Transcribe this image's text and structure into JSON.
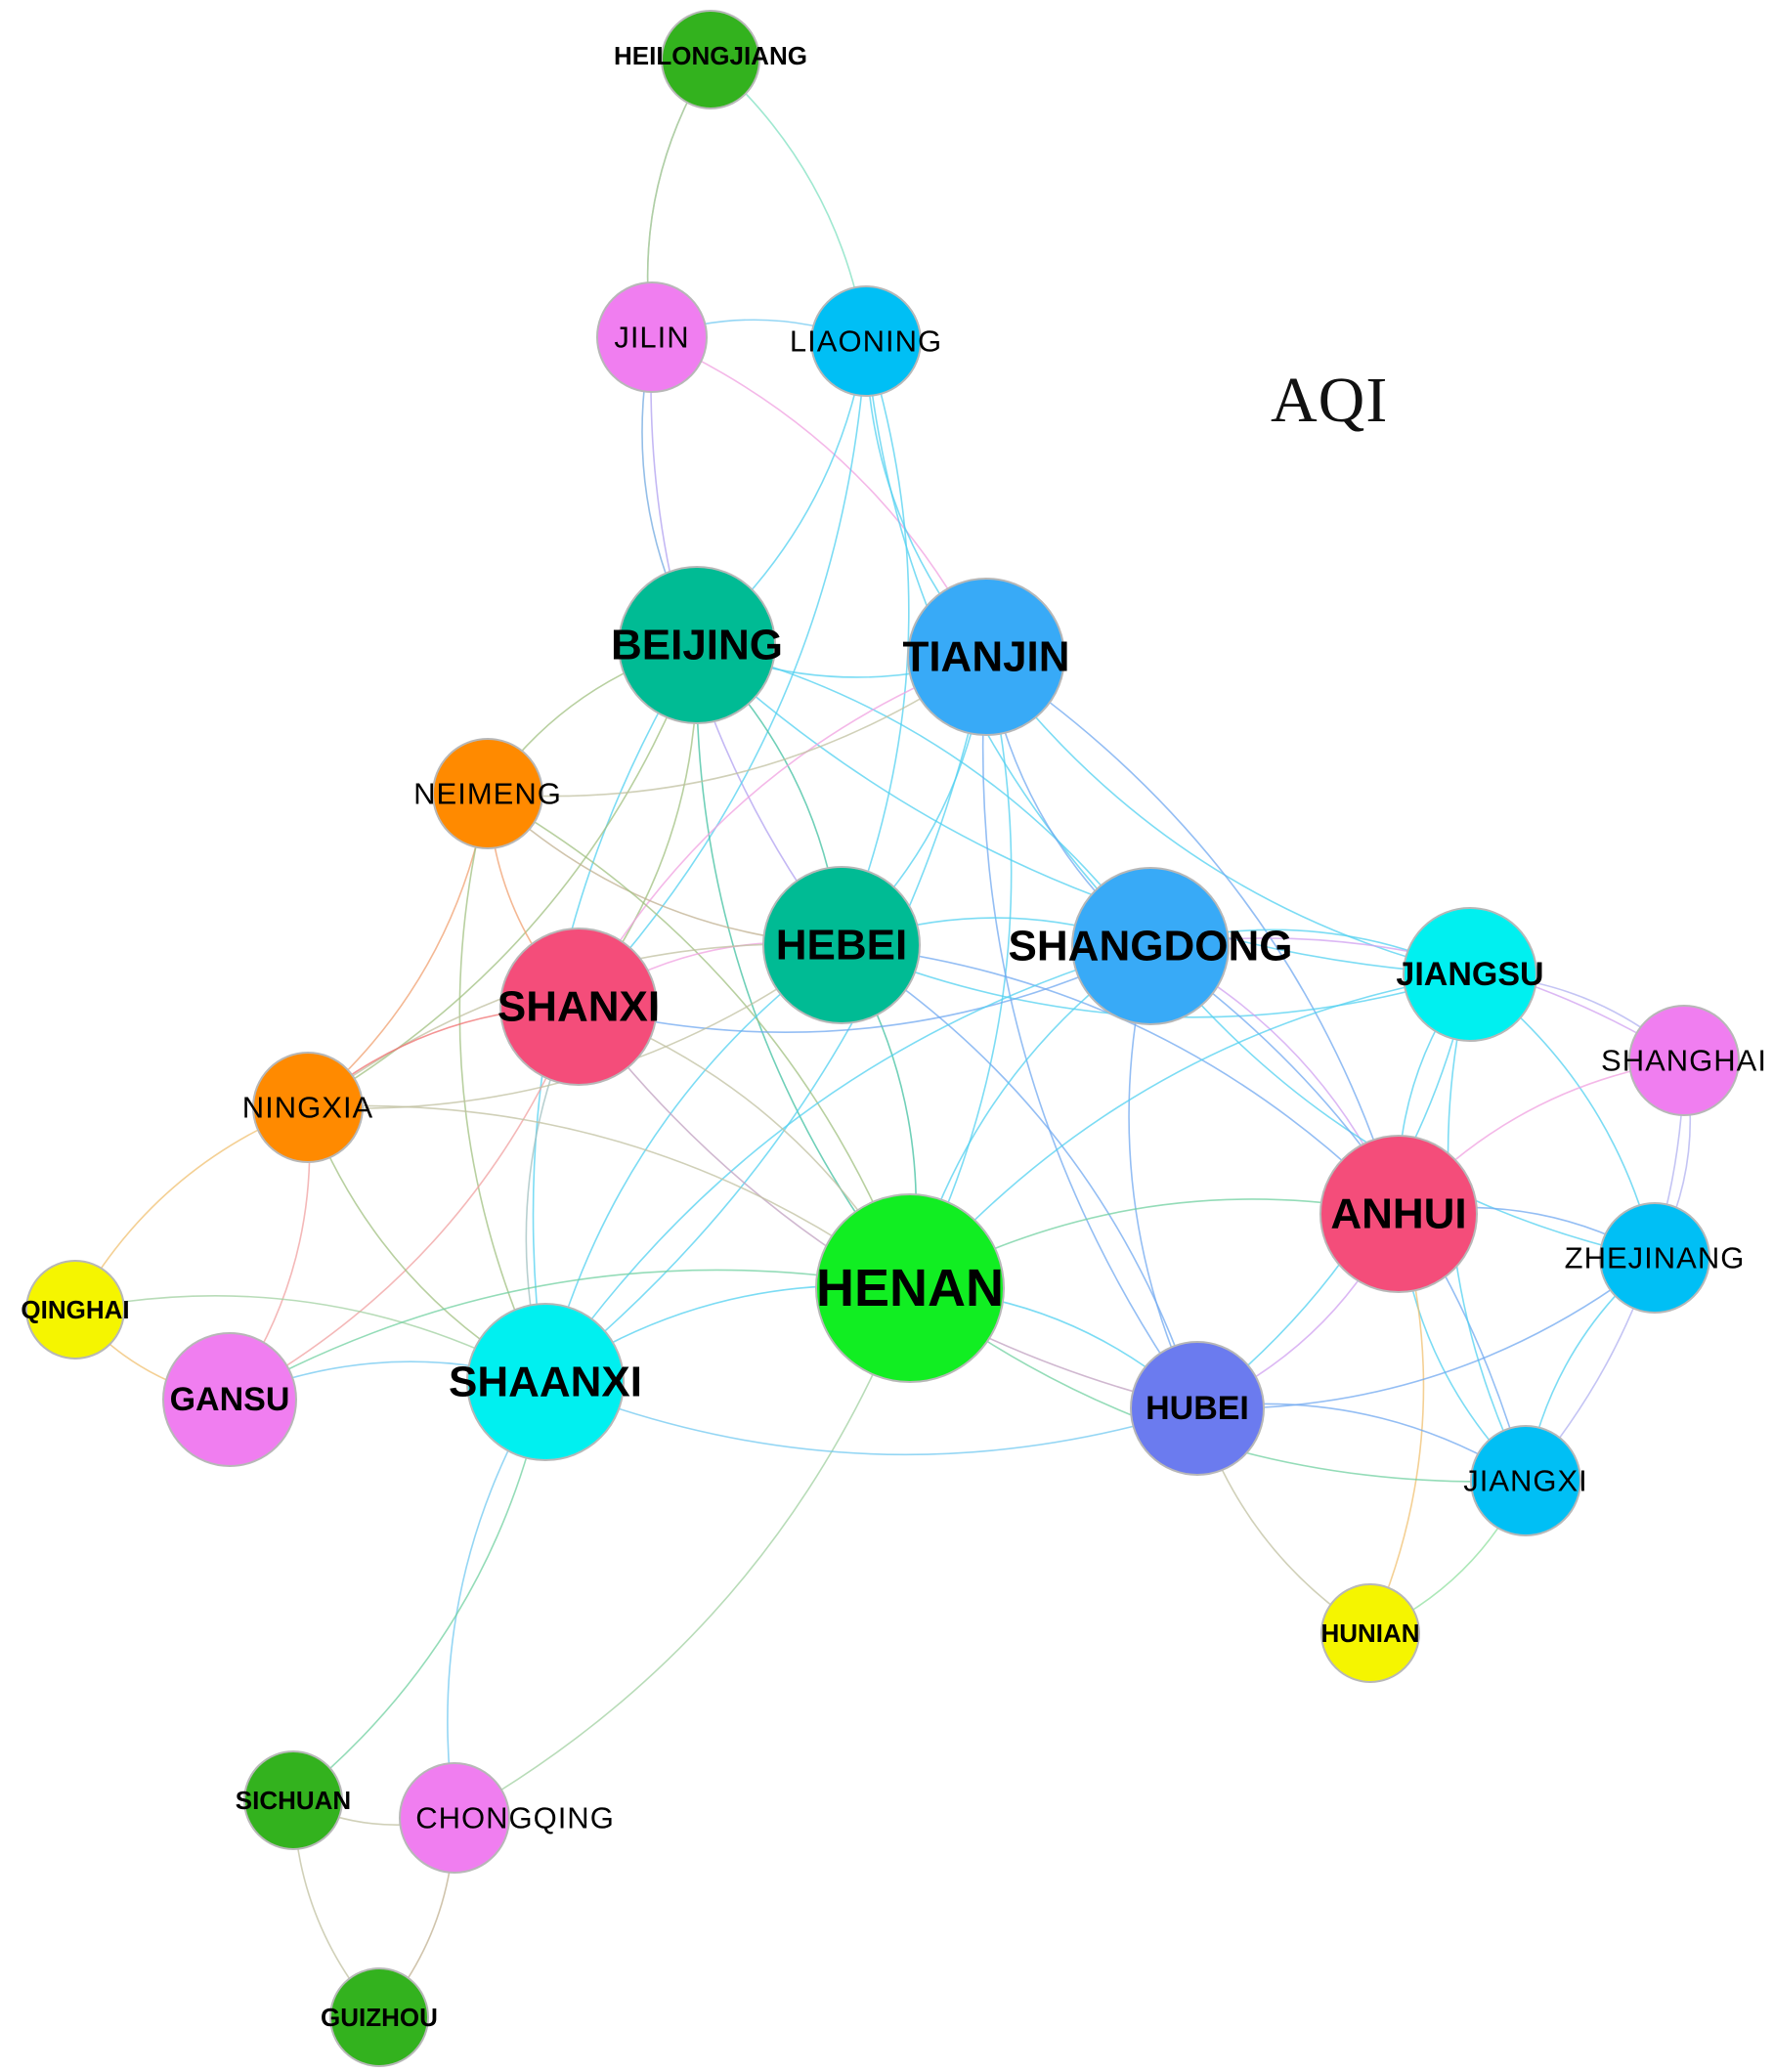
{
  "title": "AQI",
  "nodes": [
    {
      "id": "heilongjiang",
      "label": "HEILONGJIANG",
      "color": "#33b21e",
      "size": "xs"
    },
    {
      "id": "jilin",
      "label": "JILIN",
      "color": "#f07ef0",
      "size": "s"
    },
    {
      "id": "liaoning",
      "label": "LIAONING",
      "color": "#00bff5",
      "size": "s"
    },
    {
      "id": "beijing",
      "label": "BEIJING",
      "color": "#00bb94",
      "size": "l"
    },
    {
      "id": "tianjin",
      "label": "TIANJIN",
      "color": "#38aaf7",
      "size": "l"
    },
    {
      "id": "neimeng",
      "label": "NEIMENG",
      "color": "#ff8a00",
      "size": "s"
    },
    {
      "id": "hebei",
      "label": "HEBEI",
      "color": "#00bb94",
      "size": "l"
    },
    {
      "id": "shangdong",
      "label": "SHANGDONG",
      "color": "#38aaf7",
      "size": "l"
    },
    {
      "id": "shanxi",
      "label": "SHANXI",
      "color": "#f44d7a",
      "size": "l"
    },
    {
      "id": "jiangsu",
      "label": "JIANGSU",
      "color": "#00f0f0",
      "size": "m"
    },
    {
      "id": "shanghai",
      "label": "SHANGHAI",
      "color": "#f07ef0",
      "size": "s"
    },
    {
      "id": "ningxia",
      "label": "NINGXIA",
      "color": "#ff8a00",
      "size": "s"
    },
    {
      "id": "anhui",
      "label": "ANHUI",
      "color": "#f44d7a",
      "size": "l"
    },
    {
      "id": "zhejinang",
      "label": "ZHEJINANG",
      "color": "#00bff5",
      "size": "s"
    },
    {
      "id": "qinghai",
      "label": "QINGHAI",
      "color": "#f5f500",
      "size": "xs"
    },
    {
      "id": "henan",
      "label": "HENAN",
      "color": "#11ee22",
      "size": "xl"
    },
    {
      "id": "gansu",
      "label": "GANSU",
      "color": "#f07ef0",
      "size": "m"
    },
    {
      "id": "shaanxi",
      "label": "SHAANXI",
      "color": "#00f0f0",
      "size": "l"
    },
    {
      "id": "hubei",
      "label": "HUBEI",
      "color": "#6b7bef",
      "size": "m"
    },
    {
      "id": "jiangxi",
      "label": "JIANGXI",
      "color": "#00bff5",
      "size": "s"
    },
    {
      "id": "hunian",
      "label": "HUNIAN",
      "color": "#f5f500",
      "size": "xs"
    },
    {
      "id": "sichuan",
      "label": "SICHUAN",
      "color": "#33b21e",
      "size": "xs"
    },
    {
      "id": "chongqing",
      "label": "CHONGQING",
      "color": "#f07ef0",
      "size": "s"
    },
    {
      "id": "guizhou",
      "label": "GUIZHOU",
      "color": "#33b21e",
      "size": "xs"
    }
  ],
  "edges": [
    [
      "heilongjiang",
      "jilin",
      "#c9b8a0"
    ],
    [
      "heilongjiang",
      "liaoning",
      "#7fe0c0"
    ],
    [
      "heilongjiang",
      "jilin",
      "#a0d0a0"
    ],
    [
      "jilin",
      "liaoning",
      "#70c8f0"
    ],
    [
      "jilin",
      "beijing",
      "#70a8e0"
    ],
    [
      "jilin",
      "tianjin",
      "#f0a0e0"
    ],
    [
      "jilin",
      "hebei",
      "#b0a0f0"
    ],
    [
      "liaoning",
      "beijing",
      "#50d0f0"
    ],
    [
      "liaoning",
      "tianjin",
      "#50d0f0"
    ],
    [
      "liaoning",
      "hebei",
      "#50d0f0"
    ],
    [
      "liaoning",
      "shangdong",
      "#50d0f0"
    ],
    [
      "liaoning",
      "shanxi",
      "#50d0f0"
    ],
    [
      "beijing",
      "tianjin",
      "#50d0f0"
    ],
    [
      "beijing",
      "hebei",
      "#40c0a0"
    ],
    [
      "beijing",
      "neimeng",
      "#a0c080"
    ],
    [
      "beijing",
      "shanxi",
      "#a0c080"
    ],
    [
      "beijing",
      "henan",
      "#40c0a0"
    ],
    [
      "beijing",
      "shangdong",
      "#50d0f0"
    ],
    [
      "beijing",
      "shaanxi",
      "#50d0f0"
    ],
    [
      "beijing",
      "ningxia",
      "#a0c080"
    ],
    [
      "beijing",
      "jiangsu",
      "#50d0f0"
    ],
    [
      "tianjin",
      "hebei",
      "#50d0f0"
    ],
    [
      "tianjin",
      "shangdong",
      "#70a8f0"
    ],
    [
      "tianjin",
      "henan",
      "#50d0f0"
    ],
    [
      "tianjin",
      "jiangsu",
      "#50d0f0"
    ],
    [
      "tianjin",
      "anhui",
      "#70a8f0"
    ],
    [
      "tianjin",
      "shanxi",
      "#f0a0e0"
    ],
    [
      "tianjin",
      "shaanxi",
      "#50d0f0"
    ],
    [
      "tianjin",
      "hubei",
      "#70a8f0"
    ],
    [
      "tianjin",
      "neimeng",
      "#c0c0a0"
    ],
    [
      "neimeng",
      "shanxi",
      "#f0a070"
    ],
    [
      "neimeng",
      "ningxia",
      "#f0a070"
    ],
    [
      "neimeng",
      "hebei",
      "#c0b090"
    ],
    [
      "neimeng",
      "henan",
      "#a0c080"
    ],
    [
      "neimeng",
      "shaanxi",
      "#a0c080"
    ],
    [
      "hebei",
      "shangdong",
      "#50d0f0"
    ],
    [
      "hebei",
      "shanxi",
      "#f0a0e0"
    ],
    [
      "hebei",
      "henan",
      "#40c0a0"
    ],
    [
      "hebei",
      "shaanxi",
      "#50d0f0"
    ],
    [
      "hebei",
      "anhui",
      "#70a8f0"
    ],
    [
      "hebei",
      "jiangsu",
      "#50d0f0"
    ],
    [
      "hebei",
      "hubei",
      "#70a8f0"
    ],
    [
      "hebei",
      "ningxia",
      "#c0c0a0"
    ],
    [
      "shangdong",
      "jiangsu",
      "#50d0f0"
    ],
    [
      "shangdong",
      "henan",
      "#50d0f0"
    ],
    [
      "shangdong",
      "anhui",
      "#d0a0f0"
    ],
    [
      "shangdong",
      "hubei",
      "#70a8f0"
    ],
    [
      "shangdong",
      "shanghai",
      "#d0a0f0"
    ],
    [
      "shangdong",
      "zhejinang",
      "#50d0f0"
    ],
    [
      "shangdong",
      "shanxi",
      "#70a8f0"
    ],
    [
      "shangdong",
      "shaanxi",
      "#50d0f0"
    ],
    [
      "shangdong",
      "jiangxi",
      "#70a8f0"
    ],
    [
      "shanxi",
      "ningxia",
      "#f07070"
    ],
    [
      "shanxi",
      "henan",
      "#c0c0a0"
    ],
    [
      "shanxi",
      "shaanxi",
      "#a0c0c0"
    ],
    [
      "shanxi",
      "gansu",
      "#f0a0a0"
    ],
    [
      "shanxi",
      "hubei",
      "#c0a0c0"
    ],
    [
      "jiangsu",
      "shanghai",
      "#b0b0f0"
    ],
    [
      "jiangsu",
      "anhui",
      "#50d0f0"
    ],
    [
      "jiangsu",
      "zhejinang",
      "#50d0f0"
    ],
    [
      "jiangsu",
      "jiangxi",
      "#50d0f0"
    ],
    [
      "jiangsu",
      "hubei",
      "#50d0f0"
    ],
    [
      "jiangsu",
      "henan",
      "#50d0f0"
    ],
    [
      "shanghai",
      "zhejinang",
      "#b0b0f0"
    ],
    [
      "shanghai",
      "anhui",
      "#f0a0e0"
    ],
    [
      "shanghai",
      "jiangxi",
      "#b0b0f0"
    ],
    [
      "ningxia",
      "qinghai",
      "#f0c070"
    ],
    [
      "ningxia",
      "gansu",
      "#f0a0a0"
    ],
    [
      "ningxia",
      "shaanxi",
      "#a0c080"
    ],
    [
      "ningxia",
      "henan",
      "#c0c0a0"
    ],
    [
      "ningxia",
      "hebei",
      "#c0c0a0"
    ],
    [
      "anhui",
      "zhejinang",
      "#70a8f0"
    ],
    [
      "anhui",
      "jiangxi",
      "#50d0f0"
    ],
    [
      "anhui",
      "hubei",
      "#d0a0f0"
    ],
    [
      "anhui",
      "henan",
      "#70d0a0"
    ],
    [
      "anhui",
      "hunian",
      "#f0c070"
    ],
    [
      "zhejinang",
      "jiangxi",
      "#50d0f0"
    ],
    [
      "zhejinang",
      "hubei",
      "#70a8f0"
    ],
    [
      "qinghai",
      "gansu",
      "#f0c070"
    ],
    [
      "qinghai",
      "shaanxi",
      "#a0d0a0"
    ],
    [
      "henan",
      "shaanxi",
      "#50d0f0"
    ],
    [
      "henan",
      "hubei",
      "#50d0f0"
    ],
    [
      "henan",
      "gansu",
      "#70d0a0"
    ],
    [
      "henan",
      "chongqing",
      "#a0d0a0"
    ],
    [
      "henan",
      "jiangxi",
      "#70d0a0"
    ],
    [
      "gansu",
      "shaanxi",
      "#70c8f0"
    ],
    [
      "shaanxi",
      "chongqing",
      "#70c8f0"
    ],
    [
      "shaanxi",
      "sichuan",
      "#70d0a0"
    ],
    [
      "shaanxi",
      "hubei",
      "#70c8f0"
    ],
    [
      "hubei",
      "jiangxi",
      "#70a8f0"
    ],
    [
      "hubei",
      "hunian",
      "#c0c0a0"
    ],
    [
      "jiangxi",
      "hunian",
      "#90e0a0"
    ],
    [
      "sichuan",
      "chongqing",
      "#c0c0a0"
    ],
    [
      "chongqing",
      "guizhou",
      "#c0b090"
    ],
    [
      "sichuan",
      "guizhou",
      "#c0c0a0"
    ]
  ]
}
